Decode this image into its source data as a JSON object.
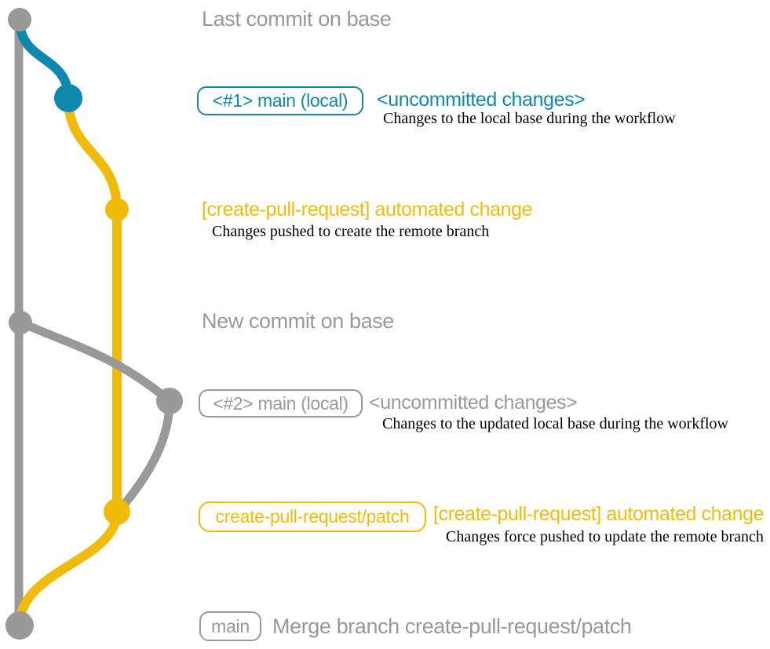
{
  "colors": {
    "background": "#FFFFFF",
    "gray": "#999999",
    "teal": "#0E88AC",
    "yellow": "#F1BB0C",
    "black": "#000000"
  },
  "graph": {
    "branches": [
      {
        "name": "base",
        "color": "#999999"
      },
      {
        "name": "main (local)",
        "color": "#0E88AC"
      },
      {
        "name": "create-pull-request/patch",
        "color": "#F1BB0C"
      }
    ],
    "commit_nodes": [
      {
        "id": "last-commit-on-base",
        "color": "#999999"
      },
      {
        "id": "local-main-uncommitted-1",
        "color": "#0E88AC"
      },
      {
        "id": "automated-change-1",
        "color": "#F1BB0C"
      },
      {
        "id": "new-commit-on-base",
        "color": "#999999"
      },
      {
        "id": "local-main-uncommitted-2",
        "color": "#999999"
      },
      {
        "id": "automated-change-2",
        "color": "#F1BB0C"
      },
      {
        "id": "merge-commit",
        "color": "#999999"
      }
    ]
  },
  "rows": {
    "row_last_commit": {
      "label": "Last commit on base"
    },
    "row_commit1": {
      "branch_label": "<#1> main (local)",
      "status": "<uncommitted changes>",
      "note": "Changes to the local base during the workflow"
    },
    "row_commit2": {
      "title": "[create-pull-request] automated change",
      "note": "Changes pushed to create the remote branch"
    },
    "row_new_commit": {
      "label": "New commit on base"
    },
    "row_commit3": {
      "branch_label": "<#2> main (local)",
      "status": "<uncommitted changes>",
      "note": "Changes to the updated local base during the workflow"
    },
    "row_commit4": {
      "branch_label": "create-pull-request/patch",
      "title": "[create-pull-request] automated change",
      "note": "Changes force pushed to update the remote branch"
    },
    "row_merge": {
      "branch_label": "main",
      "label": "Merge branch create-pull-request/patch"
    }
  }
}
